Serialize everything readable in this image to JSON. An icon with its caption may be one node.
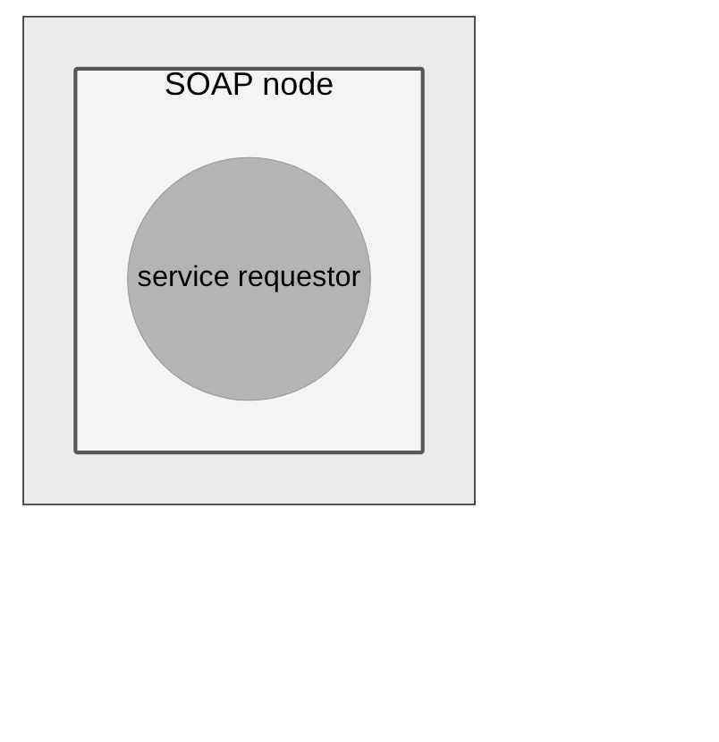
{
  "diagram": {
    "nodes": [
      {
        "text": [],
        "shape": "box"
      },
      {
        "text": [
          "SOAP node"
        ],
        "in": 0
      },
      {
        "text": [
          "service requestor"
        ],
        "in": 1
      }
    ]
  }
}
